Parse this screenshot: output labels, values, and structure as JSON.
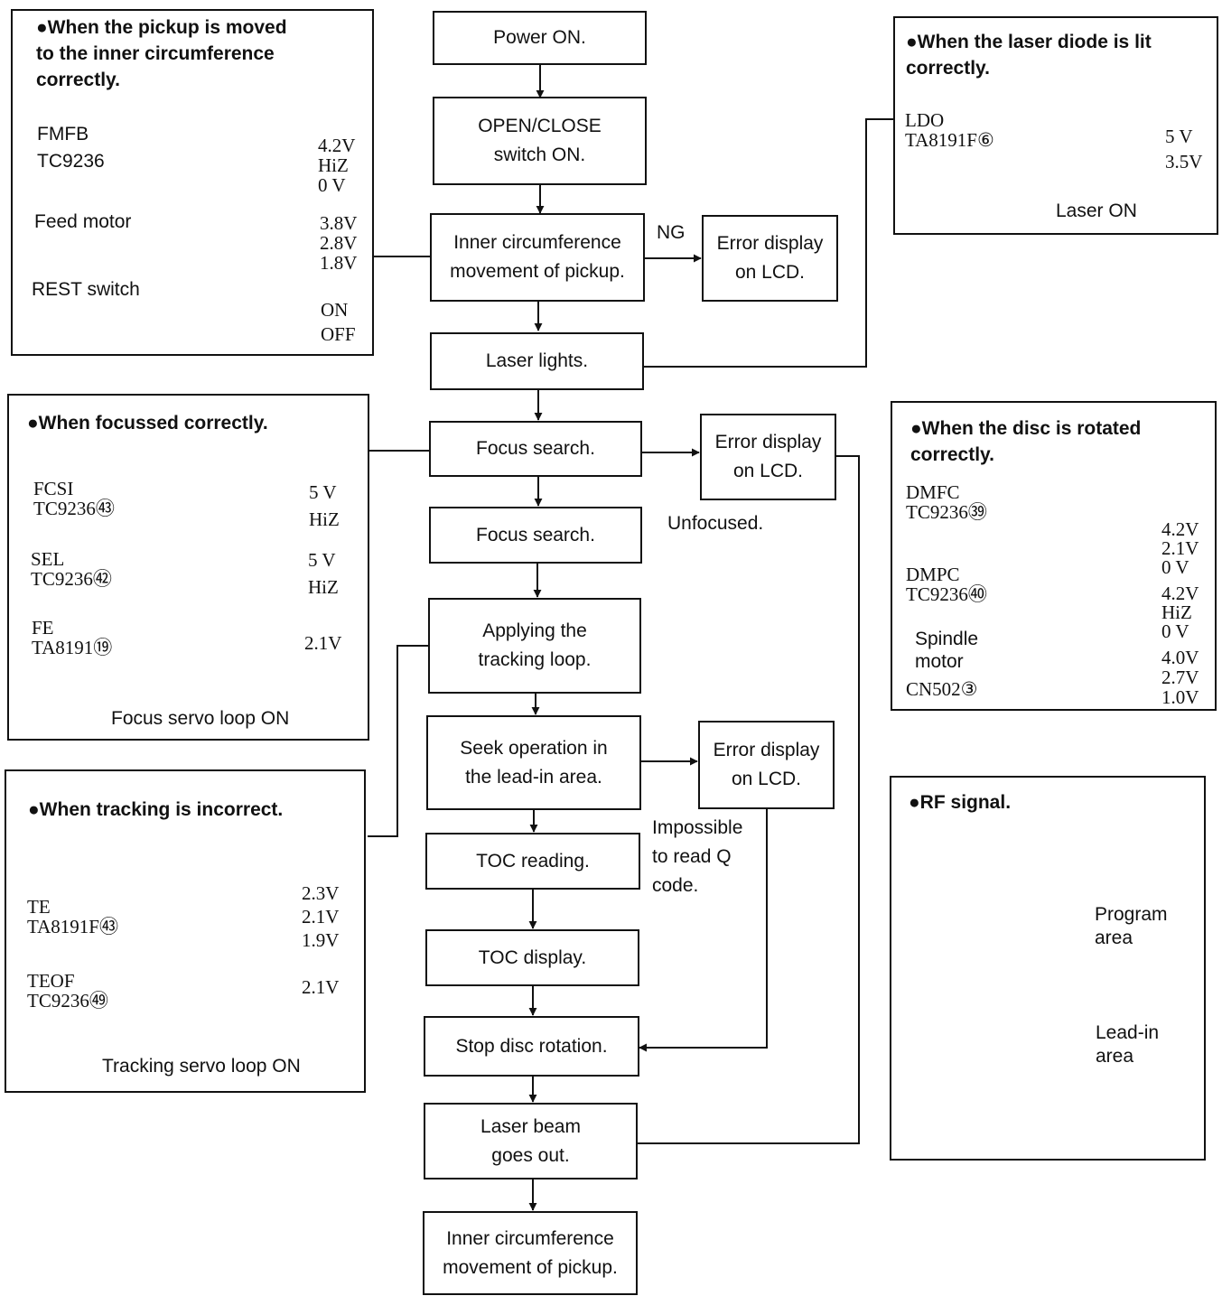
{
  "flow": {
    "power_on": "Power ON.",
    "open_close": "OPEN/CLOSE\nswitch ON.",
    "inner_move": "Inner circumference\nmovement of pickup.",
    "laser_lights": "Laser lights.",
    "focus_search_1": "Focus search.",
    "focus_search_2": "Focus search.",
    "tracking_loop": "Applying the\ntracking loop.",
    "seek_leadin": "Seek operation in\nthe lead-in area.",
    "toc_reading": "TOC reading.",
    "toc_display": "TOC display.",
    "stop_disc": "Stop disc rotation.",
    "laser_out": "Laser beam\ngoes out.",
    "inner_move_end": "Inner circumference\nmovement of pickup."
  },
  "errors": {
    "e1": "Error display\non LCD.",
    "e2": "Error display\non LCD.",
    "e3": "Error display\non LCD.",
    "ng": "NG",
    "unfocused": "Unfocused.",
    "impossible": "Impossible\nto read Q\ncode."
  },
  "pickup_panel": {
    "title": "●When the pickup is moved\n to the inner circumference\n correctly.",
    "fmfb": "FMFB\nTC9236",
    "fmfb_levels": "4.2V\nHiZ\n0 V",
    "feed": "Feed motor",
    "feed_levels": "3.8V\n2.8V\n1.8V",
    "rest": "REST  switch",
    "rest_levels": "ON\nOFF"
  },
  "laser_panel": {
    "title": "●When the laser diode is lit\n correctly.",
    "ldo": "LDO\nTA8191F⑥",
    "levels": "5 V\n3.5V",
    "caption": "Laser ON"
  },
  "focus_panel": {
    "title": "●When focussed correctly.",
    "fcsi": "FCSI\nTC9236㊸",
    "fcsi_levels": "5 V\nHiZ",
    "sel": "SEL\nTC9236㊷",
    "sel_levels": "5 V\nHiZ",
    "fe": "FE\nTA8191⑲",
    "fe_level": "2.1V",
    "caption": "Focus servo loop ON"
  },
  "disc_panel": {
    "title": "●When the disc is rotated\n correctly.",
    "dmfc": "DMFC\nTC9236㊴",
    "dmfc_levels": "4.2V\n2.1V\n0 V",
    "dmpc": "DMPC\nTC9236㊵",
    "dmpc_levels": "4.2V\nHiZ\n0 V",
    "spindle": "Spindle\n motor",
    "cn": "CN502③",
    "spindle_levels": "4.0V\n2.7V\n1.0V"
  },
  "tracking_panel": {
    "title": "●When tracking is incorrect.",
    "te": "TE\nTA8191F㊸",
    "te_levels": "2.3V\n2.1V\n1.9V",
    "teof": "TEOF\nTC9236㊾",
    "teof_level": "2.1V",
    "caption": "Tracking servo loop ON"
  },
  "rf_panel": {
    "title": "●RF signal.",
    "program": "Program\n area",
    "leadin": "Lead-in\narea"
  }
}
